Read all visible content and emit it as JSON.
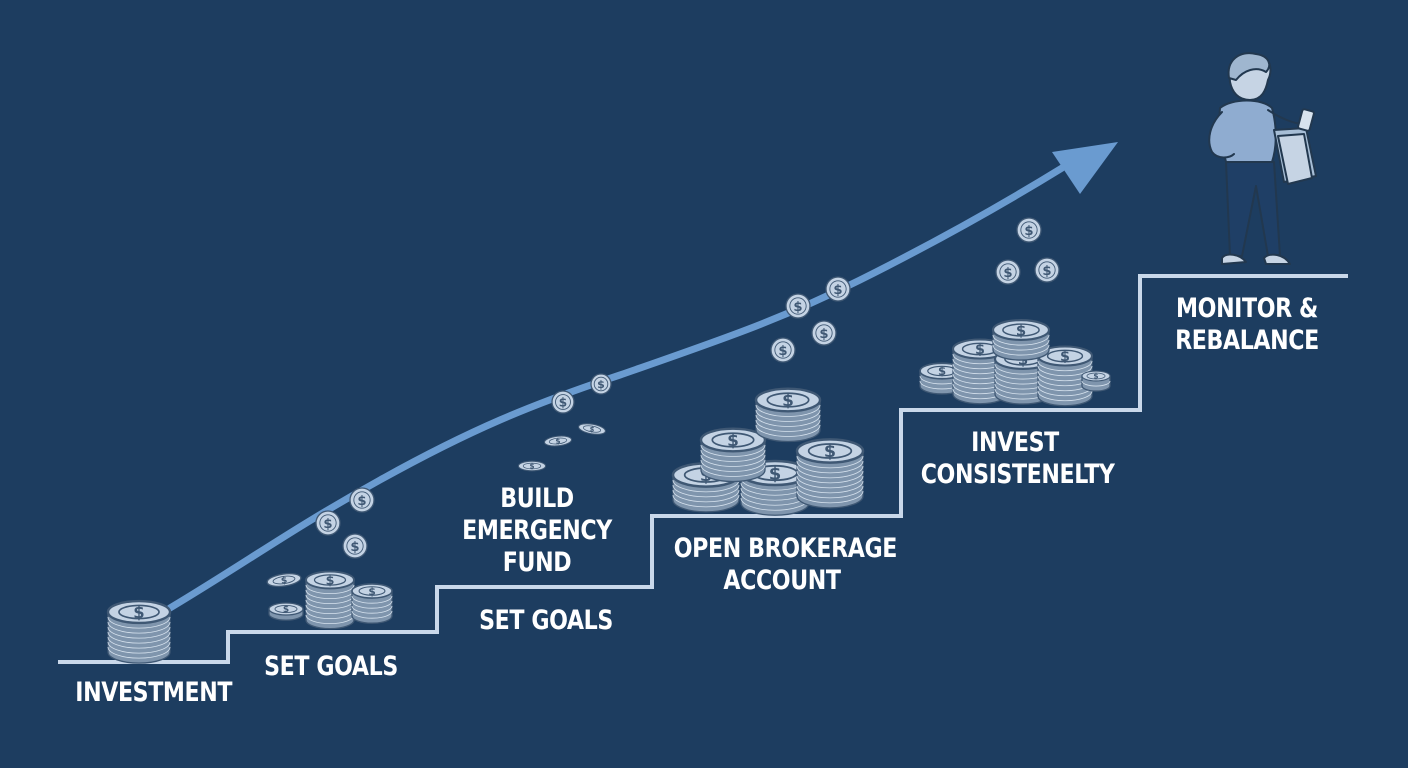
{
  "colors": {
    "background": "#1d3d60",
    "stair_line": "#c9d8ea",
    "arrow": "#6a9bd0",
    "coin_face": "#c4d3e4",
    "coin_edge": "#7f95ad",
    "coin_outline": "#3f5874",
    "label": "#ffffff"
  },
  "steps": [
    {
      "lines": [
        "INVESTMENT"
      ]
    },
    {
      "lines": [
        "SET GOALS"
      ]
    },
    {
      "lines": [
        "BUILD",
        "EMERGENCY",
        "FUND"
      ]
    },
    {
      "lines": [
        "SET GOALS"
      ]
    },
    {
      "lines": [
        "OPEN BROKERAGE",
        "ACCOUNT"
      ]
    },
    {
      "lines": [
        "INVEST",
        "CONSISTENELTY"
      ]
    },
    {
      "lines": [
        "MONITOR &",
        "REBALANCE"
      ]
    }
  ],
  "icons": {
    "coin": "dollar-coin-icon",
    "growth_arrow": "growth-arrow-icon",
    "person": "investor-person-icon",
    "phone": "phone-icon",
    "folder": "folder-icon"
  }
}
